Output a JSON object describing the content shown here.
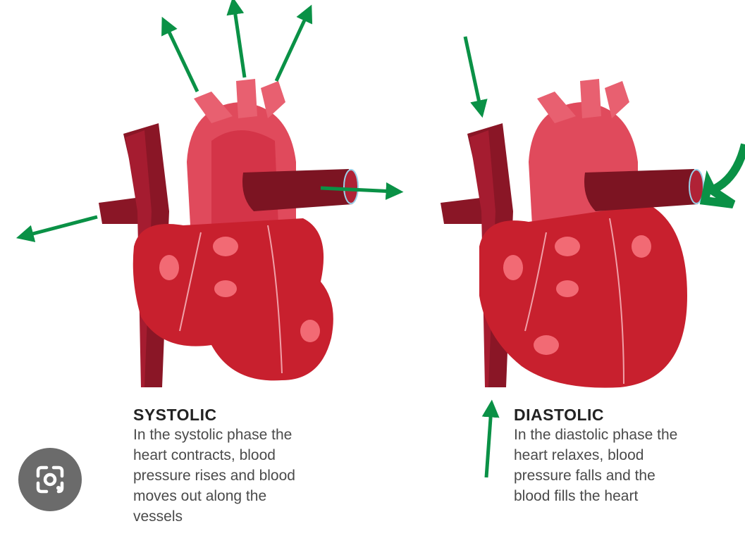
{
  "systolic": {
    "title": "SYSTOLIC",
    "lines": [
      "In the systolic phase the",
      "heart contracts, blood",
      "pressure rises and blood",
      "moves out along the",
      "vessels"
    ]
  },
  "diastolic": {
    "title": "DIASTOLIC",
    "lines": [
      "In the diastolic phase the",
      "heart relaxes, blood",
      "pressure falls and the",
      "blood fills the heart"
    ]
  },
  "colors": {
    "arrow": "#0a9146",
    "heart": "#c8202e",
    "vessel_dark": "#8a1626",
    "aorta": "#e04a5c",
    "lens_button": "#6b6b6b"
  },
  "icons": {
    "lens": "visual-search-icon"
  }
}
